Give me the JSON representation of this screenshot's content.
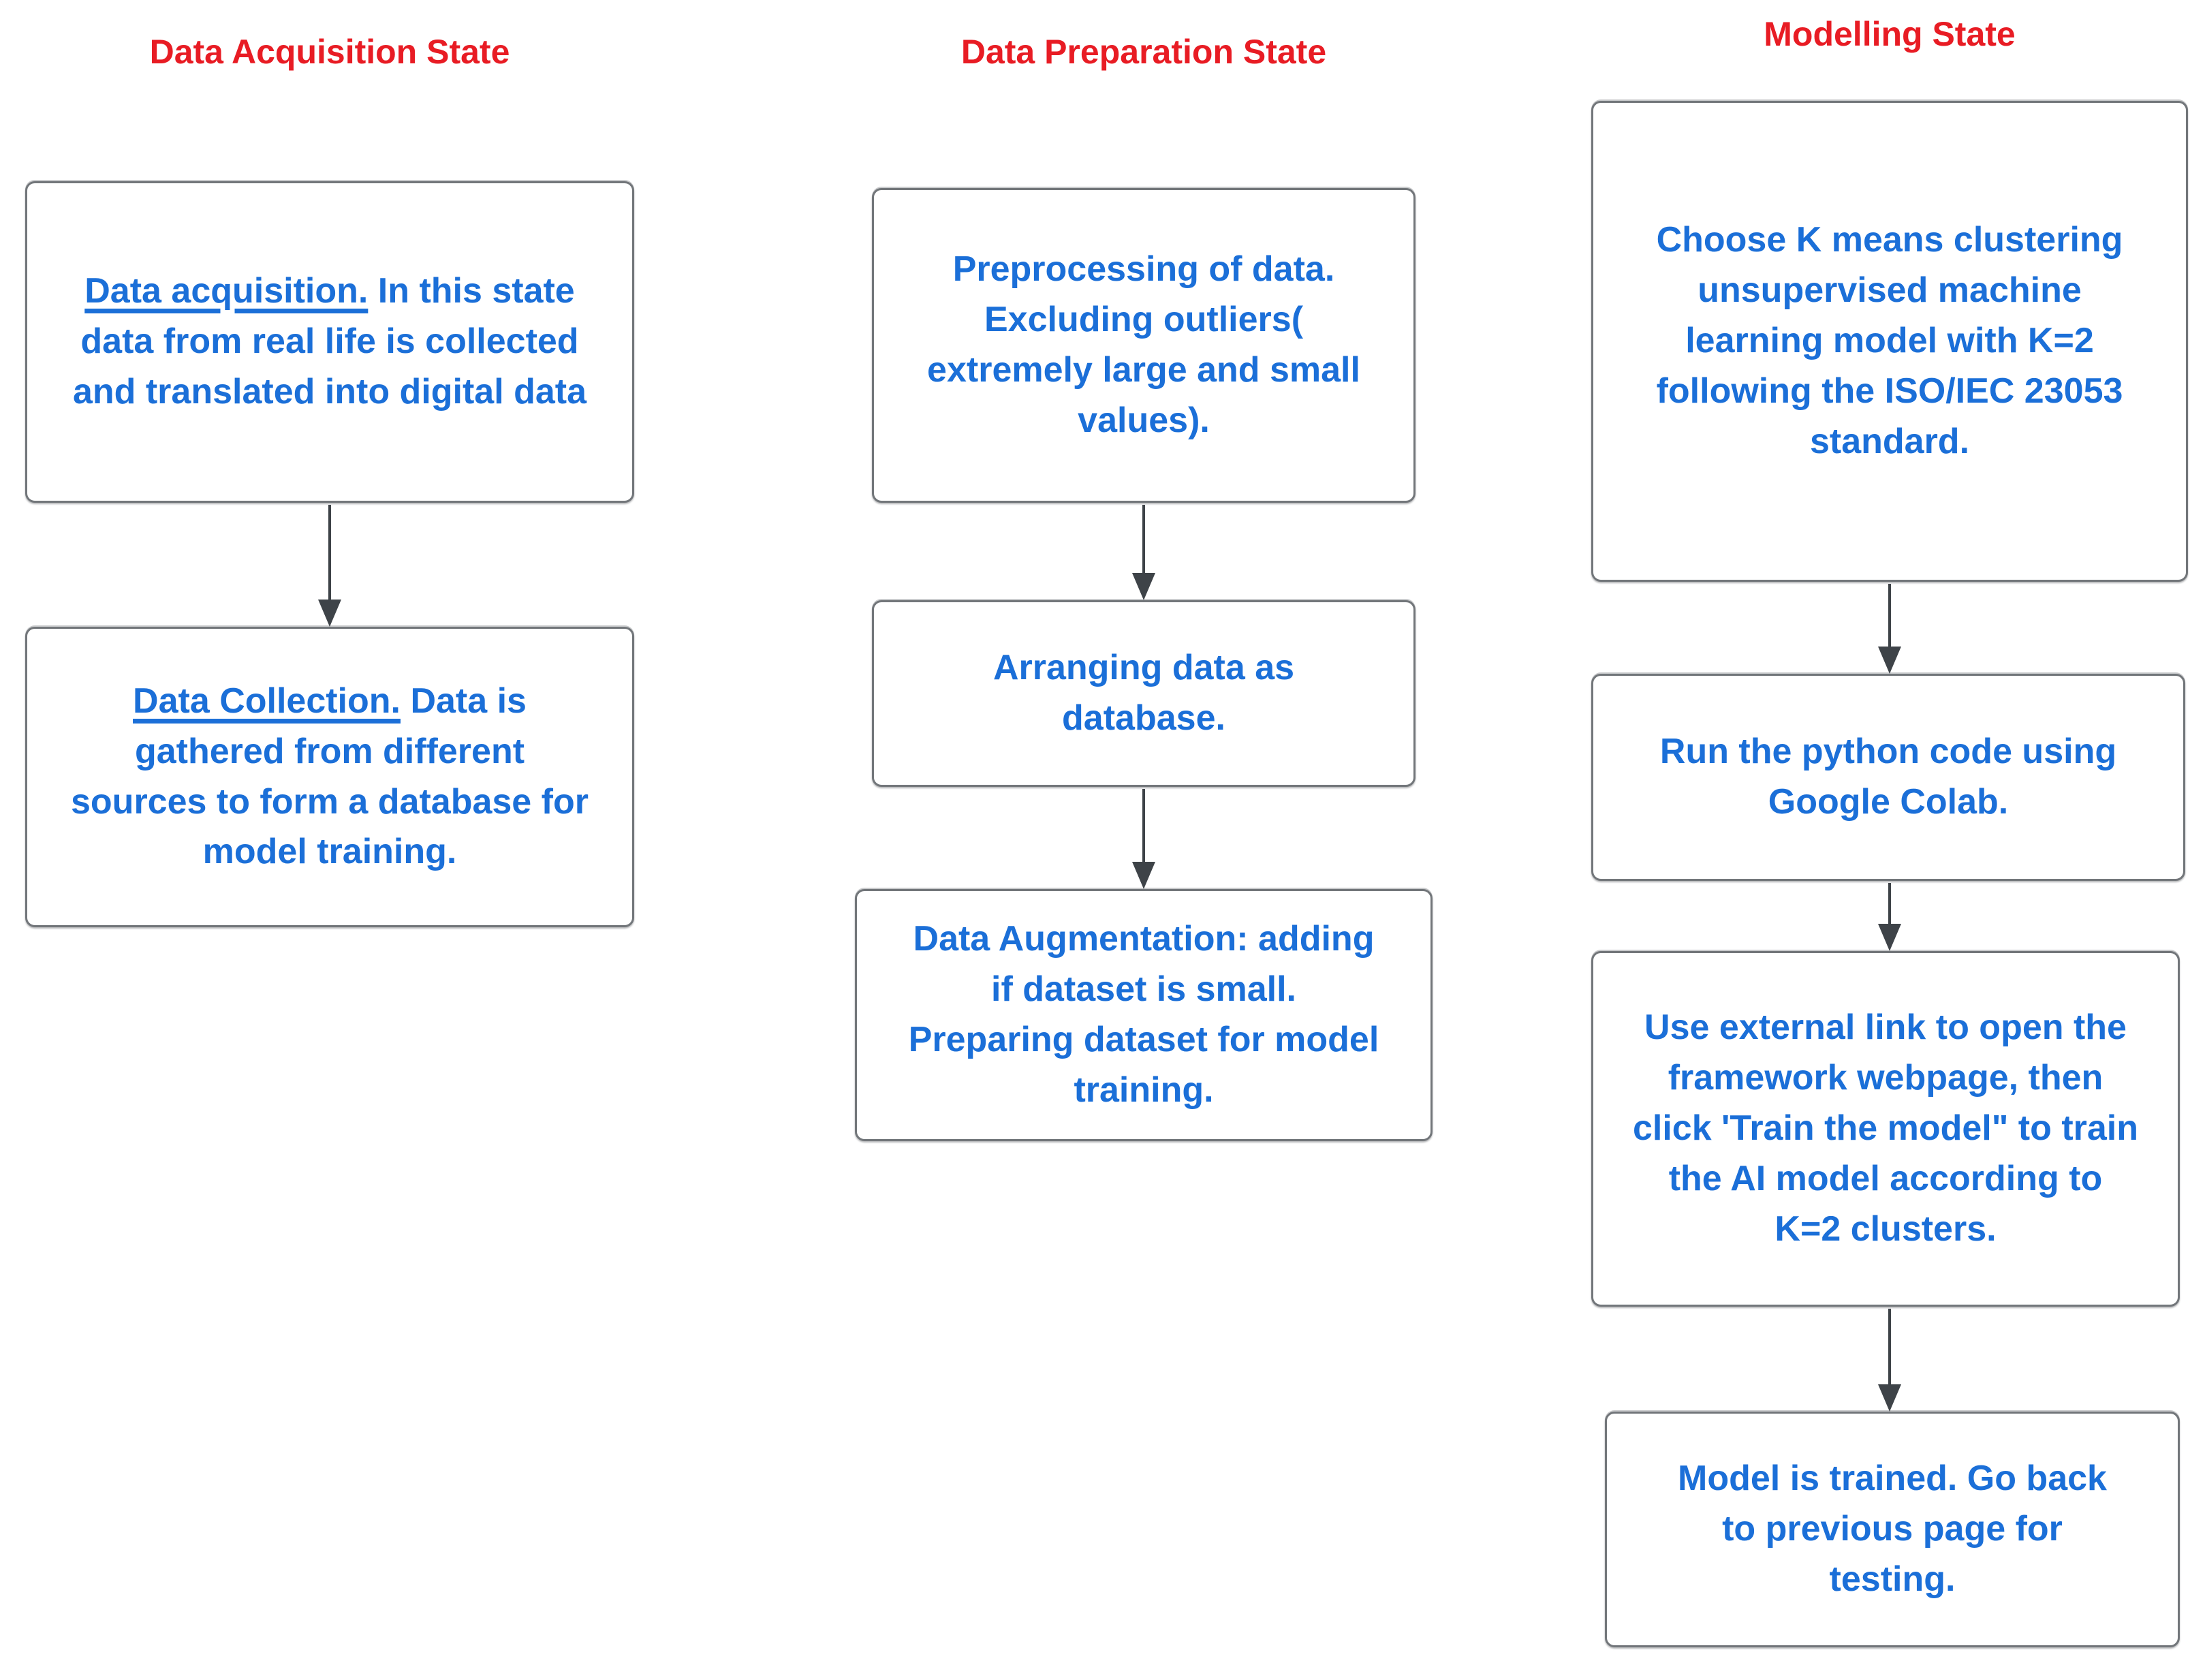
{
  "colors": {
    "heading_red": "#e81c24",
    "text_blue": "#1b6fd8",
    "box_border": "#72767a",
    "arrow": "#3e4348",
    "background": "#ffffff"
  },
  "columns": [
    {
      "heading": "Data Acquisition State",
      "boxes": [
        {
          "lead": "Data acquisition.",
          "rest": "In this state data from real life is collected and translated into digital data"
        },
        {
          "lead": "Data Collection.",
          "rest": "Data is gathered from different sources to form a database for model training."
        }
      ]
    },
    {
      "heading": "Data Preparation State",
      "boxes": [
        {
          "rest": "Preprocessing of data. Excluding outliers( extremely large and small values)."
        },
        {
          "rest": "Arranging data as database."
        },
        {
          "rest": "Data Augmentation: adding if dataset is small. Preparing dataset for model training."
        }
      ]
    },
    {
      "heading": "Modelling State",
      "boxes": [
        {
          "rest": "Choose K means clustering unsupervised machine learning model with K=2 following the ISO/IEC 23053 standard."
        },
        {
          "rest": "Run the python code using Google Colab."
        },
        {
          "rest": "Use external link to open the framework webpage, then click 'Train the model\" to train the AI model according to K=2 clusters."
        },
        {
          "rest": "Model is trained. Go back to previous page for testing."
        }
      ]
    }
  ]
}
